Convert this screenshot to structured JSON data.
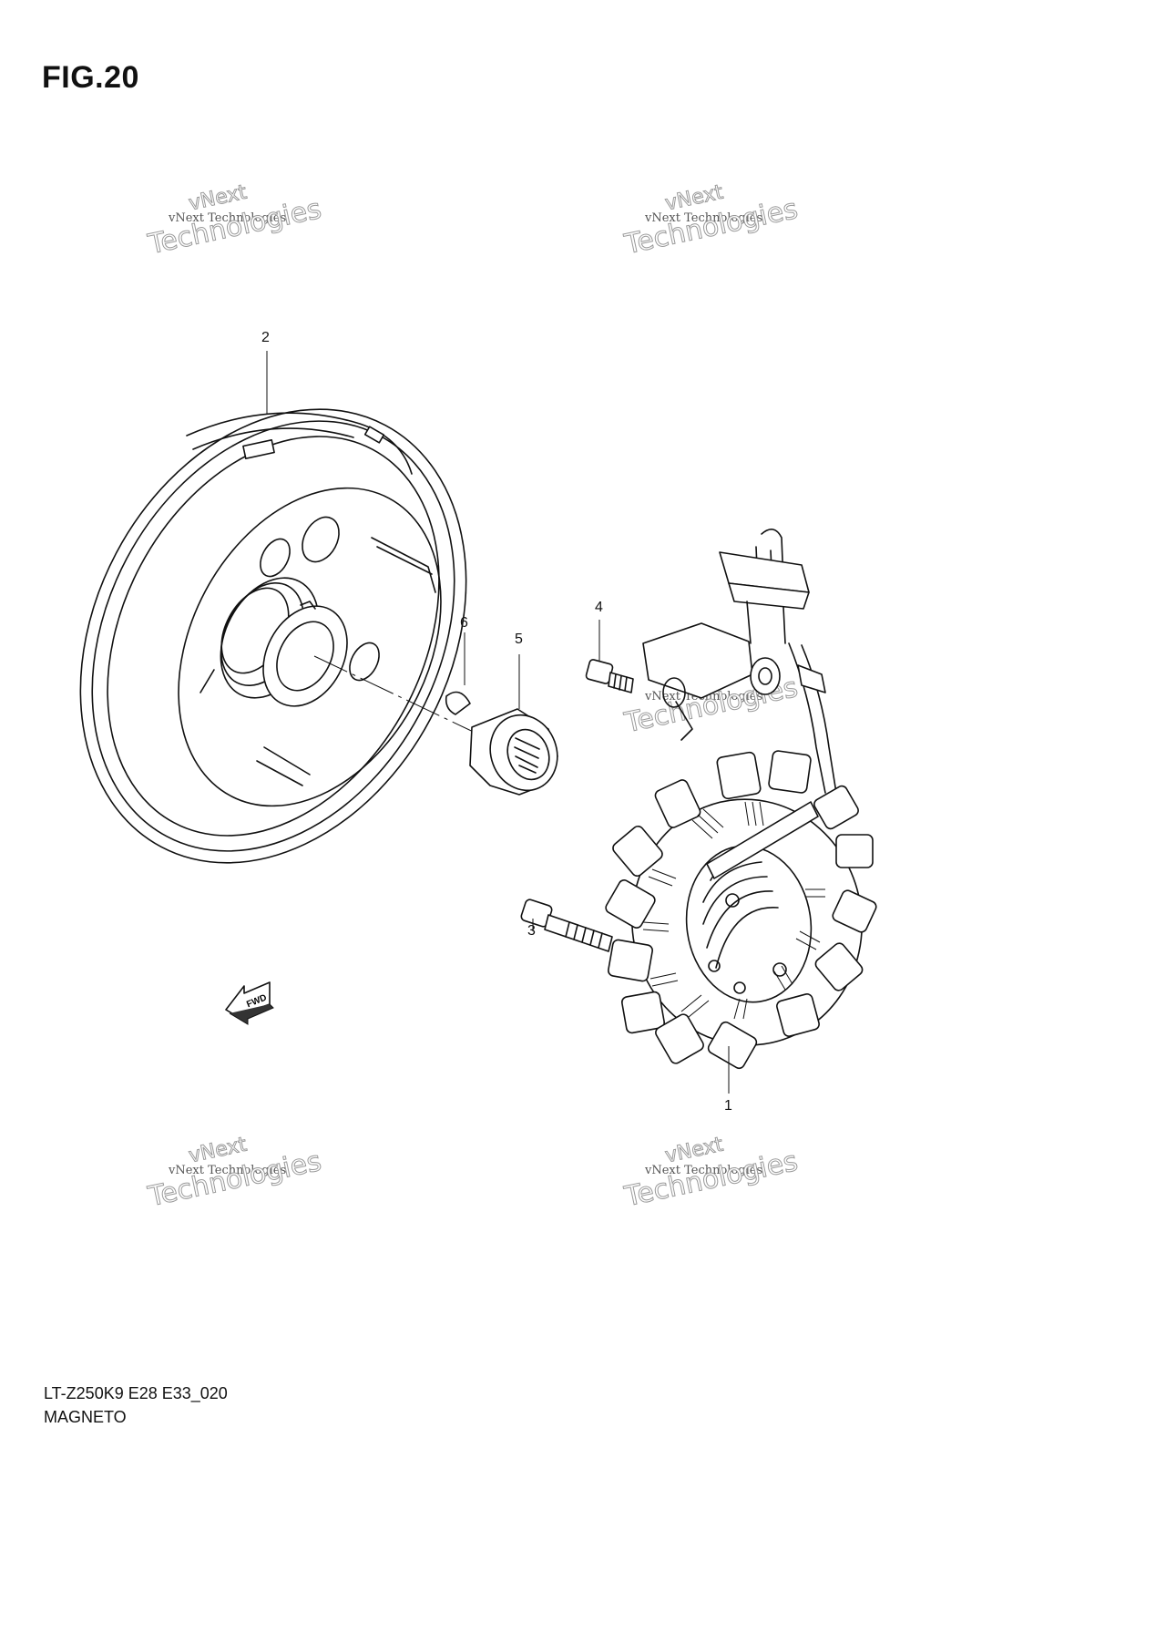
{
  "figure": {
    "title": "FIG.20"
  },
  "footer": {
    "code": "LT-Z250K9 E28 E33_020",
    "name": "MAGNETO"
  },
  "callouts": [
    "1",
    "2",
    "3",
    "4",
    "5",
    "6"
  ],
  "fwd_label": "FWD",
  "watermark": {
    "line1": "vNext",
    "line2": "vNext Technologies",
    "line3": "Technologies"
  }
}
